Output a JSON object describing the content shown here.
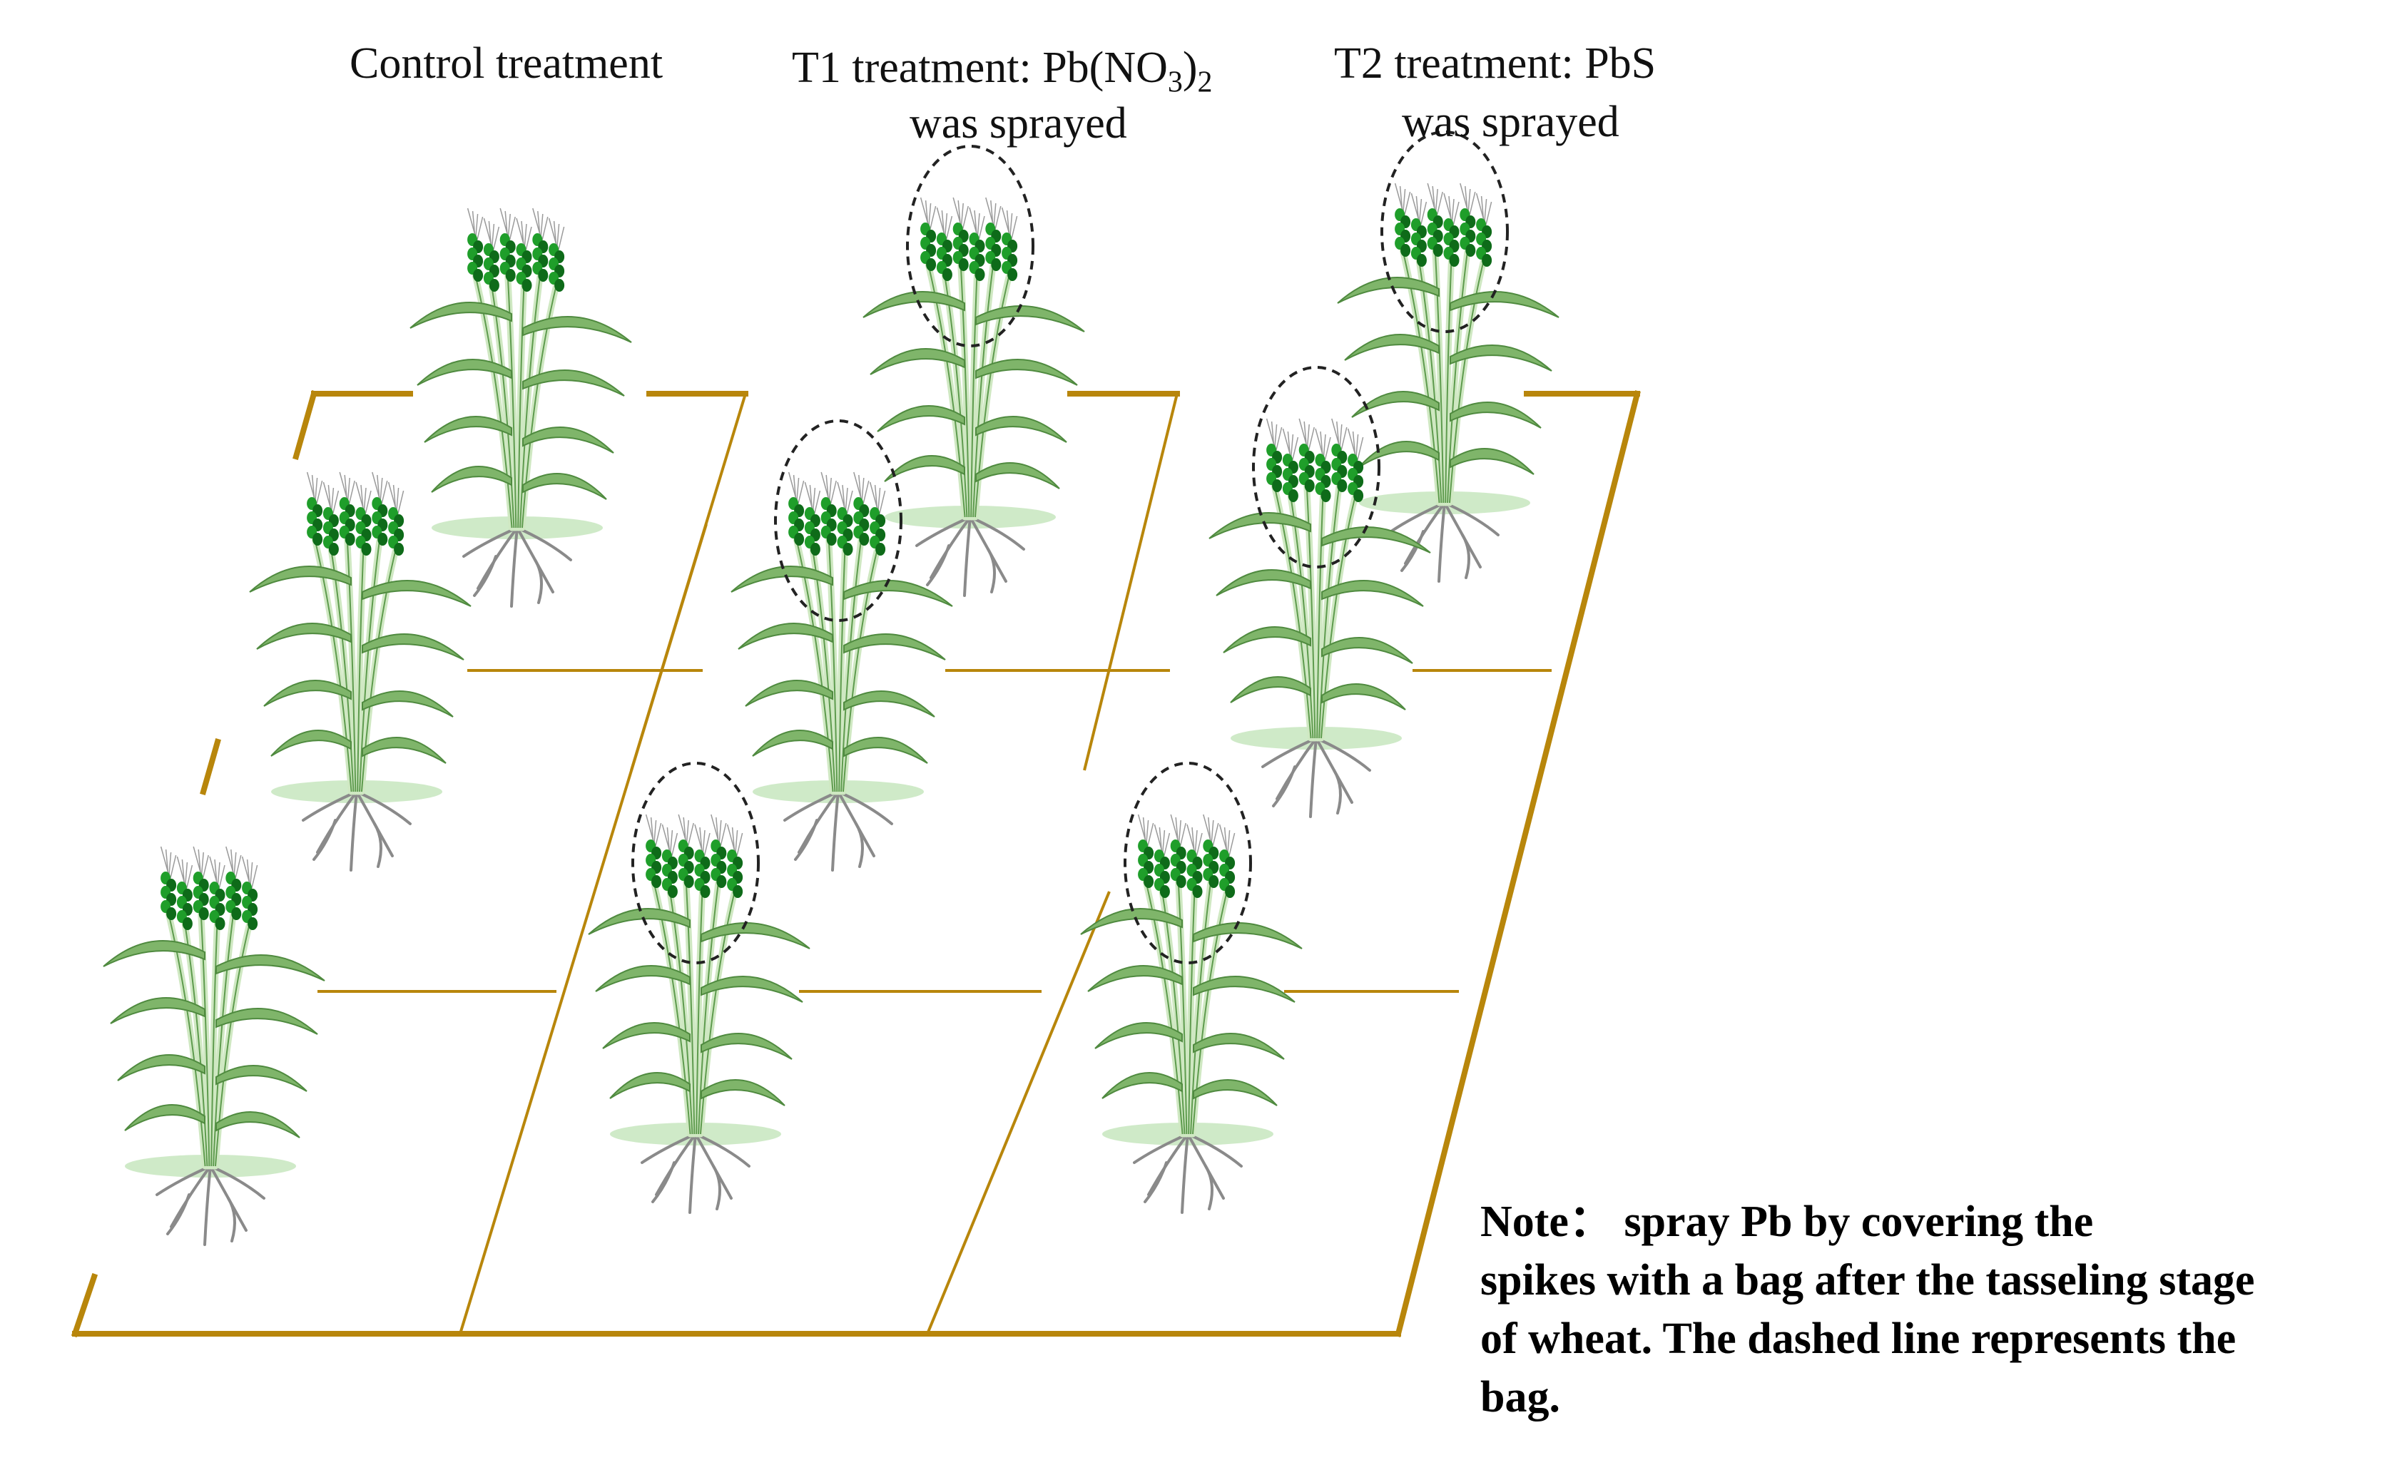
{
  "labels": {
    "control": "Control treatment",
    "t1_line1_prefix": "T1 treatment: Pb(NO",
    "t1_sub_3": "3",
    "t1_close": ")",
    "t1_sub_2": "2",
    "t1_line2": "was sprayed",
    "t2_line1": "T2 treatment:  PbS",
    "t2_line2": "was sprayed"
  },
  "note": {
    "line1": "Note： spray Pb by covering the",
    "line2": "spikes with a bag after the tasseling stage",
    "line3": "of wheat. The dashed line represents the",
    "line4": "bag."
  },
  "colors": {
    "plot_border": "#b8860b",
    "spike": "#1f9e2a",
    "spike_dark": "#0e6b19",
    "leaf": "#7fb56a",
    "stem": "#cfe8c2",
    "root": "#8a8a8a",
    "bag": "#222222",
    "ground": "#a8d99a"
  }
}
